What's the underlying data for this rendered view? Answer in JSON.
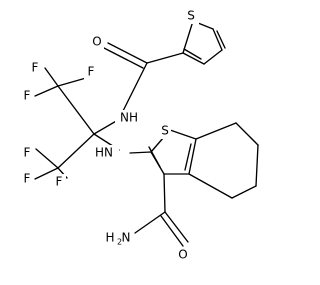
{
  "molecule": {
    "atom_labels": {
      "S_thiophene": "S",
      "O_amide_top": "O",
      "F1": "F",
      "F2": "F",
      "F3": "F",
      "F4": "F",
      "F5": "F",
      "F6": "F",
      "NH_top": "NH",
      "NH_mid": "HN",
      "S_benzothiophene": "S",
      "NH2_main": "H",
      "NH2_sub": "2",
      "NH2_N": "N",
      "O_amide_bottom": "O"
    }
  }
}
